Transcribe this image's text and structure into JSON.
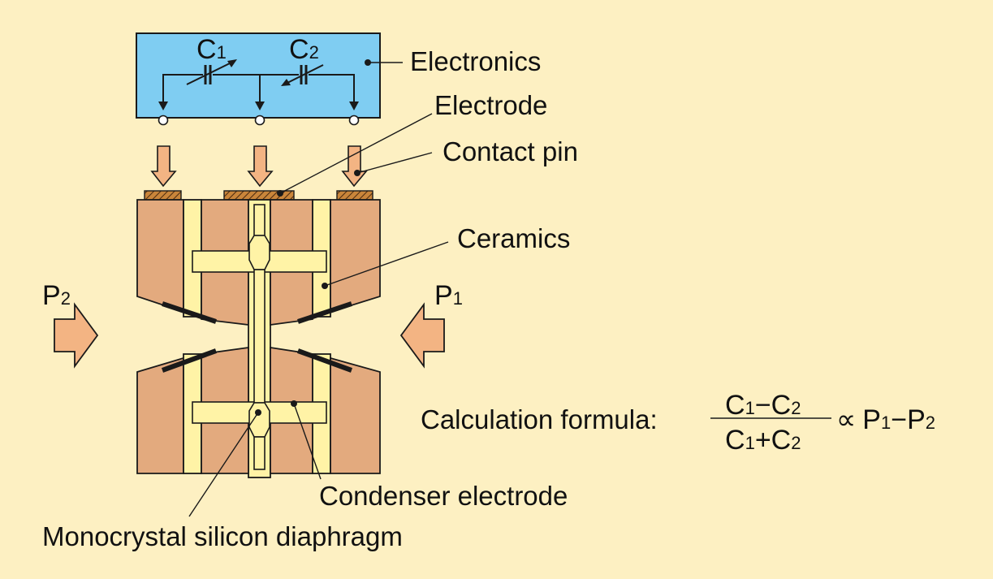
{
  "colors": {
    "background": "#fdf0c2",
    "electronics_box": "#7fcdf2",
    "ceramic": "#e3aa7e",
    "glass": "#fff3a6",
    "arrow_fill": "#f3b483",
    "outline": "#1a1a1a"
  },
  "labels": {
    "electronics": "Electronics",
    "electrode": "Electrode",
    "contact_pin": "Contact pin",
    "ceramics": "Ceramics",
    "condenser_electrode": "Condenser electrode",
    "diaphragm": "Monocrystal silicon diaphragm"
  },
  "capacitors": {
    "c1": {
      "letter": "C",
      "sub": "1"
    },
    "c2": {
      "letter": "C",
      "sub": "2"
    }
  },
  "pressures": {
    "p1": {
      "letter": "P",
      "sub": "1"
    },
    "p2": {
      "letter": "P",
      "sub": "2"
    }
  },
  "formula": {
    "prefix": "Calculation formula:",
    "num_a": "C",
    "num_a_sub": "1",
    "num_op": "−",
    "num_b": "C",
    "num_b_sub": "2",
    "den_a": "C",
    "den_a_sub": "1",
    "den_op": "+",
    "den_b": "C",
    "den_b_sub": "2",
    "proportional": "∝",
    "rhs_a": "P",
    "rhs_a_sub": "1",
    "rhs_op": "−",
    "rhs_b": "P",
    "rhs_b_sub": "2"
  }
}
